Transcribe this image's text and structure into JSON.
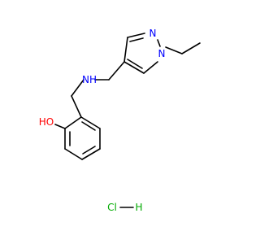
{
  "structure": {
    "atoms": {
      "pyrazole_n1": "N",
      "pyrazole_n2": "N",
      "amine": "NH",
      "hydroxyl": "HO",
      "chlorine": "Cl",
      "hydrogen": "H"
    }
  },
  "colors": {
    "nitrogen": "#0000ff",
    "oxygen": "#ff0000",
    "chlorine": "#00aa00",
    "carbon_bond": "#000000",
    "background": "#ffffff"
  }
}
